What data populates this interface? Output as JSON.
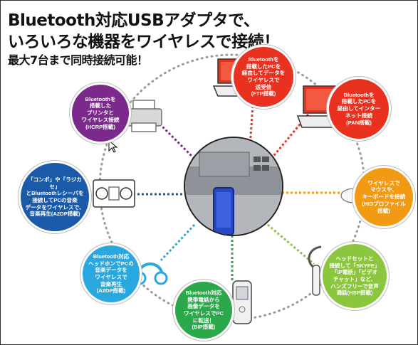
{
  "title": {
    "line1": "Bluetooth対応USBアダプタで、",
    "line2": "いろいろな機器をワイヤレスで接続！",
    "subtitle": "最大7台まで同時接続可能！"
  },
  "features": [
    {
      "id": "ftp",
      "color": "#e8321f",
      "text": "Bluetoothを\n搭載したPCを\n経由してデータを\nワイヤレスで\n送受信\n(FTP搭載)"
    },
    {
      "id": "pan",
      "color": "#e8321f",
      "text": "Bluetoothを\n搭載したPCを\n経由してインター\nネット接続\n(PAN搭載)"
    },
    {
      "id": "hid",
      "color": "#f39a14",
      "text": "ワイヤレスで\nマウスや、\nキーボードを接続\n(HIDプロファイル\n搭載)"
    },
    {
      "id": "hsp",
      "color": "#8cc63f",
      "text": "ヘッドセットと\n接続して「SKYPE」\n「IP電話」「ビデオ\nチャット」など、\nハンズフリーで音声\n通話(HSP搭載)"
    },
    {
      "id": "bip",
      "color": "#2aa84a",
      "text": "Bluetooth対応\n携帯電話から\n画像データを\nワイヤレスでPC\nに転送！\n(BIP搭載)"
    },
    {
      "id": "a2dp1",
      "color": "#29a8e0",
      "text": "Bluetooth対応\nヘッドホンでPCの\n音楽データを\nワイヤレスで\n音楽再生\n(A2DP搭載)"
    },
    {
      "id": "a2dp2",
      "color": "#1a5aa8",
      "text": "「コンポ」や「ラジカセ」\nとBluetoothレシーバを\n接続してPCの音楽\nデータをワイヤレスで、\n音楽再生(A2DP搭載)"
    },
    {
      "id": "hcrp",
      "color": "#7b2a8c",
      "text": "Bluetoothを\n搭載した\nプリンタと\nワイヤレス接続\n(HCRP搭載)"
    }
  ],
  "colors": {
    "ring": "#999999",
    "spokes": [
      "#e8321f",
      "#e8321f",
      "#f39a14",
      "#8cc63f",
      "#2aa84a",
      "#29a8e0",
      "#1a5aa8",
      "#7b2a8c"
    ]
  },
  "icons": [
    "laptop-icon",
    "laptop-icon",
    "mouse-icon",
    "headset-icon",
    "mobile-phone-icon",
    "headphones-icon",
    "stereo-icon",
    "printer-icon",
    "usb-adapter-icon",
    "cursor-icon"
  ]
}
